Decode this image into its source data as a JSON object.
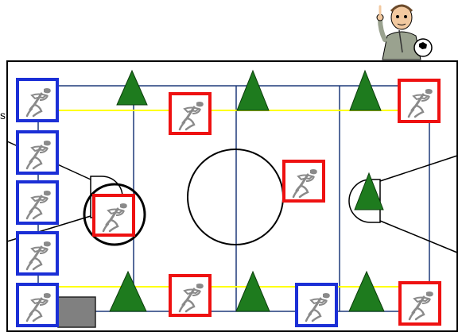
{
  "diagram": {
    "colors": {
      "frame": "#000000",
      "pitch_lines": "#1f3a7a",
      "cone_fill": "#1e7b1e",
      "cone_stroke": "#0b3d0b",
      "yellow_line": "#ffff00",
      "blue_team": "#1b2fd6",
      "red_team": "#ee1111",
      "goal_box": "#808080",
      "player_glyph": "#8a8a8a"
    },
    "icons": {
      "coach": "coach-with-ball-icon",
      "player": "running-player-icon",
      "cone": "cone-marker-icon"
    },
    "blue_player_count": 6,
    "red_player_count": 6,
    "cone_count": 7
  }
}
